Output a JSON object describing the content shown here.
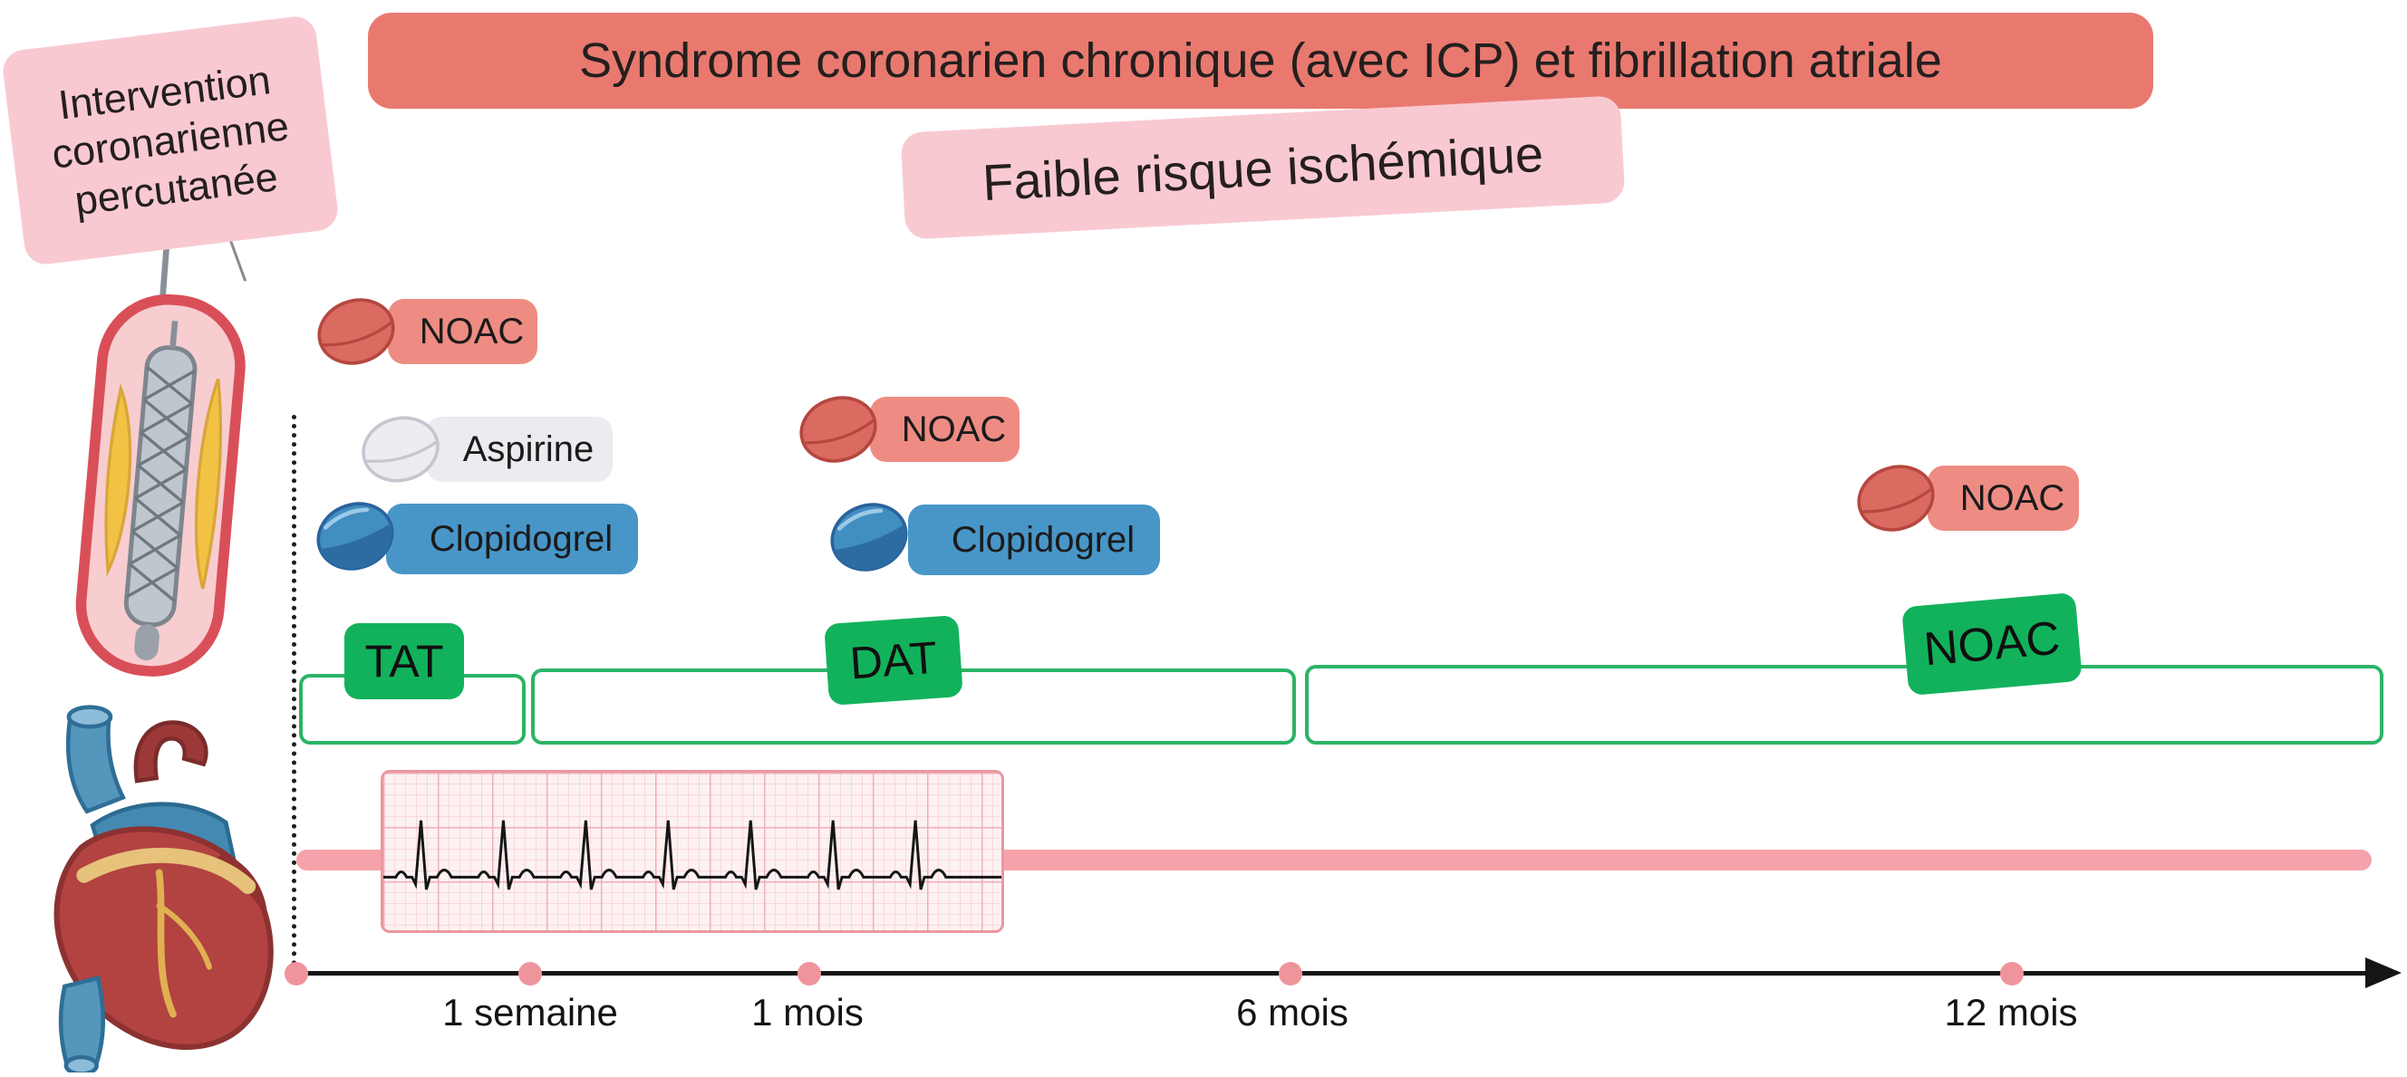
{
  "header": {
    "title": "Syndrome coronarien chronique (avec ICP) et fibrillation atriale",
    "subtitle": "Faible risque ischémique"
  },
  "annotation": {
    "pci": "Intervention coronarienne percutanée"
  },
  "pills": {
    "noac_start": "NOAC",
    "aspirine_start": "Aspirine",
    "clopidogrel_start": "Clopidogrel",
    "noac_1mois": "NOAC",
    "clopidogrel_1mois": "Clopidogrel",
    "noac_12mois": "NOAC"
  },
  "phases": {
    "tat": "TAT",
    "dat": "DAT",
    "noac": "NOAC"
  },
  "timeline": {
    "ticks": [
      "1 semaine",
      "1 mois",
      "6 mois",
      "12 mois"
    ]
  },
  "colors": {
    "banner_salmon": "#e9796f",
    "banner_pink": "#f9c9d2",
    "pill_red": "#db6a60",
    "pill_red_label": "#ee8c83",
    "pill_white": "#ececf1",
    "pill_blue": "#418ec1",
    "pill_blue_label": "#4896c7",
    "green_solid": "#12b25c",
    "green_outline": "#2cb466",
    "ecg_pink": "#f5a2ab",
    "timeline_dot": "#f0949c"
  }
}
